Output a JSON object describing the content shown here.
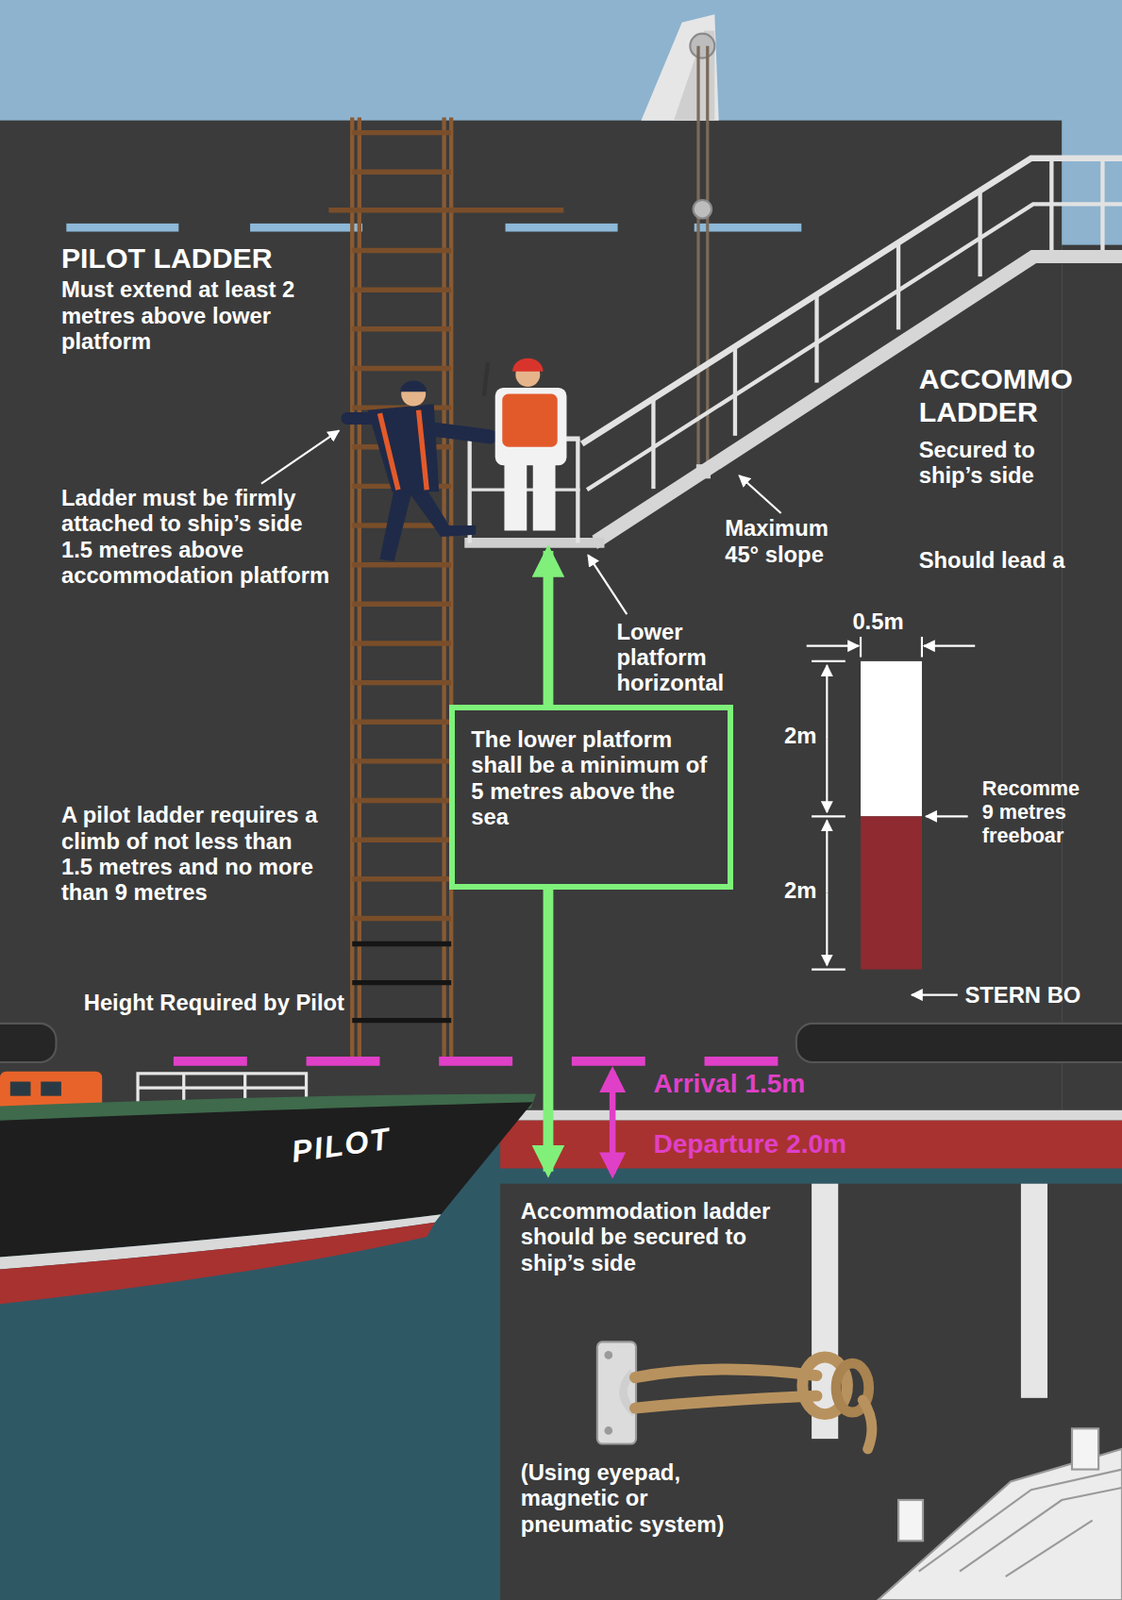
{
  "diagram": {
    "nodes": [
      {
        "text": [
          "The lower platform shall be a minimum of 5 metres above the sea"
        ]
      },
      {
        "text": [
          "Accommodation ladder should be secured to ship’s side",
          "(Using eyepad, magnetic or pneumatic system)"
        ]
      }
    ],
    "labels": [
      "PILOT LADDER",
      "Must extend at least 2 metres above lower platform",
      "ACCOMMO LADDER",
      "Secured to ship’s side",
      "Ladder must be firmly attached to ship’s side 1.5 metres above accommodation platform",
      "Maximum 45° slope",
      "Should lead a",
      "Lower platform horizontal",
      "0.5m",
      "2m",
      "Recomme 9 metres freeboar",
      "A pilot ladder requires a climb of not less than 1.5 metres and no more than 9 metres",
      "2m",
      "STERN BO",
      "Height Required by Pilot",
      "Arrival 1.5m",
      "PILOT",
      "Departure 2.0m"
    ]
  }
}
